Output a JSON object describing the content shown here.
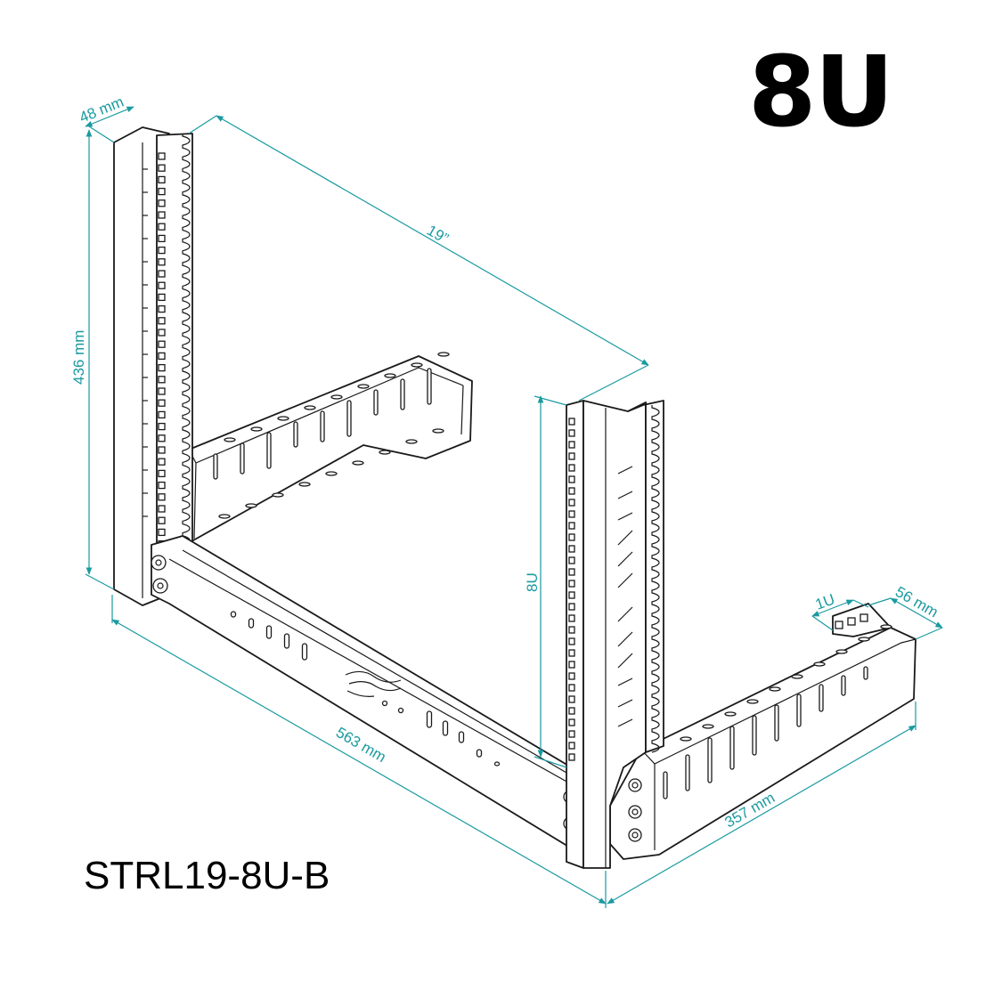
{
  "header": {
    "rack_units": "8U"
  },
  "footer": {
    "model_code": "STRL19-8U-B"
  },
  "dimensions": {
    "post_width": "48 mm",
    "height": "436 mm",
    "rail_width": "19”",
    "usable_units": "8U",
    "depth": "563 mm",
    "side_depth": "357 mm",
    "unit_pitch": "1U",
    "base_width": "56 mm"
  },
  "colors": {
    "dimension_lines": "#1a9aa0",
    "linework": "#1a1a1a",
    "text": "#000000"
  }
}
